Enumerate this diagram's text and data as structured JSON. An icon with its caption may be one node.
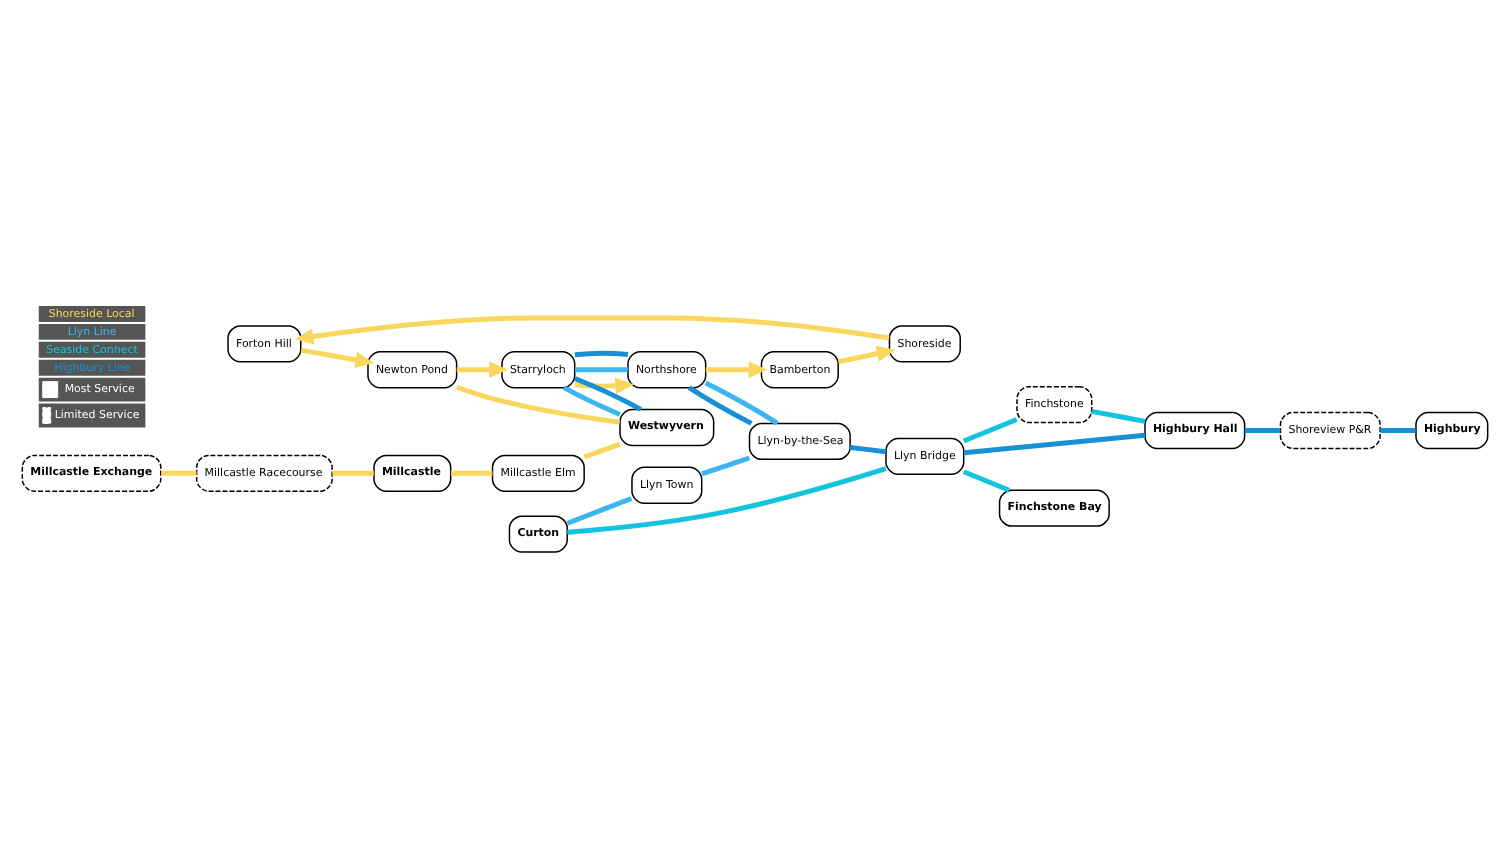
{
  "diagram": {
    "nodes": [
      {
        "text": [
          "Forton Hill"
        ]
      },
      {
        "text": [
          "Shoreside"
        ]
      },
      {
        "text": [
          "Bamberton"
        ]
      },
      {
        "text": [
          "Newton Pond"
        ]
      },
      {
        "text": [
          "Curton"
        ]
      },
      {
        "text": [
          "Llyn Town"
        ]
      },
      {
        "text": [
          "Starryloch"
        ]
      },
      {
        "text": [
          "Llyn-by-the-Sea"
        ]
      },
      {
        "text": [
          "Northshore"
        ]
      },
      {
        "text": [
          "Llyn Bridge"
        ]
      },
      {
        "text": [
          "Westwyvern"
        ]
      },
      {
        "text": [
          "Millcastle Elm"
        ]
      },
      {
        "text": [
          "Millcastle"
        ]
      },
      {
        "text": [
          "Millcastle Racecourse"
        ]
      },
      {
        "text": [
          "Finchstone"
        ]
      },
      {
        "text": [
          "Highbury Hall"
        ]
      },
      {
        "text": [
          "Shoreview P&R"
        ]
      },
      {
        "text": [
          "Finchstone Bay"
        ]
      },
      {
        "text": [
          "Millcastle Exchange"
        ]
      },
      {
        "text": [
          "Highbury"
        ]
      }
    ],
    "edges": [
      {
        "from": 18,
        "to": 13,
        "arrow": "none",
        "color": "#f9d65c"
      },
      {
        "from": 13,
        "to": 12,
        "arrow": "none",
        "color": "#f9d65c"
      },
      {
        "from": 12,
        "to": 11,
        "arrow": "none",
        "color": "#f9d65c"
      },
      {
        "from": 11,
        "to": 10,
        "arrow": "none",
        "color": "#f9d65c"
      },
      {
        "from": 10,
        "to": 3,
        "arrow": "none",
        "color": "#f9d65c"
      },
      {
        "from": 3,
        "to": 6,
        "arrow": "to",
        "color": "#f9d65c"
      },
      {
        "from": 6,
        "to": 8,
        "arrow": "to",
        "color": "#f9d65c"
      },
      {
        "from": 8,
        "to": 2,
        "arrow": "to",
        "color": "#f9d65c"
      },
      {
        "from": 2,
        "to": 1,
        "arrow": "to",
        "color": "#f9d65c"
      },
      {
        "from": 1,
        "to": 0,
        "arrow": "to",
        "color": "#f9d65c"
      },
      {
        "from": 0,
        "to": 3,
        "arrow": "to",
        "color": "#f9d65c"
      },
      {
        "from": 4,
        "to": 5,
        "arrow": "none",
        "color": "#3db5f2"
      },
      {
        "from": 5,
        "to": 7,
        "arrow": "none",
        "color": "#3db5f2"
      },
      {
        "from": 7,
        "to": 8,
        "arrow": "none",
        "color": "#3db5f2"
      },
      {
        "from": 8,
        "to": 6,
        "arrow": "none",
        "color": "#3db5f2"
      },
      {
        "from": 6,
        "to": 10,
        "arrow": "none",
        "color": "#3db5f2"
      },
      {
        "from": 4,
        "to": 9,
        "arrow": "none",
        "color": "#14c3dd"
      },
      {
        "from": 9,
        "to": 17,
        "arrow": "none",
        "color": "#14c3dd"
      },
      {
        "from": 9,
        "to": 14,
        "arrow": "none",
        "color": "#14c3dd"
      },
      {
        "from": 14,
        "to": 15,
        "arrow": "none",
        "color": "#14c3dd"
      },
      {
        "from": 10,
        "to": 6,
        "arrow": "none",
        "color": "#1790d6"
      },
      {
        "from": 6,
        "to": 8,
        "arrow": "none",
        "color": "#1790d6"
      },
      {
        "from": 8,
        "to": 7,
        "arrow": "none",
        "color": "#1790d6"
      },
      {
        "from": 7,
        "to": 9,
        "arrow": "none",
        "color": "#1790d6"
      },
      {
        "from": 9,
        "to": 15,
        "arrow": "none",
        "color": "#1790d6"
      },
      {
        "from": 15,
        "to": 16,
        "arrow": "none",
        "color": "#1790d6"
      },
      {
        "from": 16,
        "to": 19,
        "arrow": "none",
        "color": "#1790d6"
      }
    ],
    "legend": [
      {
        "text": "Shoreside Local",
        "color": "#f9d65c"
      },
      {
        "text": "Llyn Line",
        "color": "#3db5f2"
      },
      {
        "text": "Seaside Connect",
        "color": "#14c3dd"
      },
      {
        "text": "Highbury Line",
        "color": "#1790d6"
      },
      {
        "text": "Most Service"
      },
      {
        "text": "Limited Service"
      }
    ]
  }
}
